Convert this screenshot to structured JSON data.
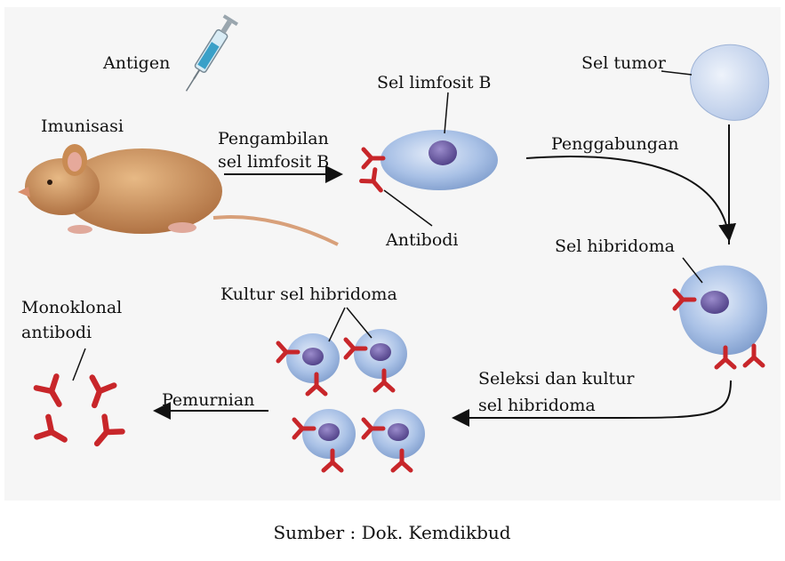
{
  "labels": {
    "antigen": "Antigen",
    "imunisasi": "Imunisasi",
    "pengambilan_1": "Pengambilan",
    "pengambilan_2": "sel limfosit B",
    "sel_limfosit_b": "Sel limfosit B",
    "antibodi": "Antibodi",
    "sel_tumor": "Sel tumor",
    "penggabungan": "Penggabungan",
    "sel_hibridoma": "Sel hibridoma",
    "kultur": "Kultur sel hibridoma",
    "seleksi_1": "Seleksi dan kultur",
    "seleksi_2": "sel hibridoma",
    "pemurnian": "Pemurnian",
    "monoklonal_1": "Monoklonal",
    "monoklonal_2": "antibodi"
  },
  "source": "Sumber : Dok. Kemdikbud",
  "colors": {
    "background_panel": "#f6f6f6",
    "cell_blue": "#a9c1e6",
    "nucleus": "#6e5aa4",
    "antibody_red": "#c8262a",
    "mouse_brown": "#c98b53"
  }
}
